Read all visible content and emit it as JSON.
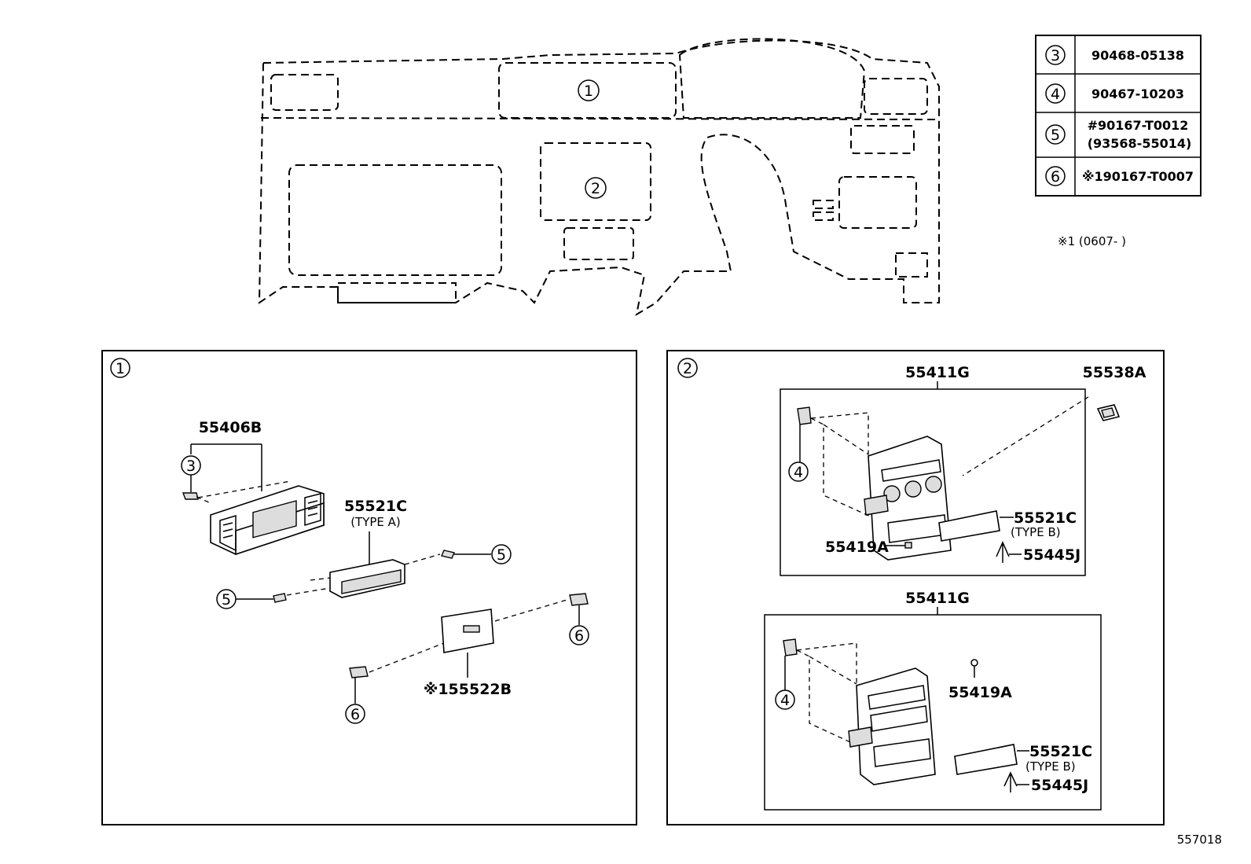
{
  "diagram_id": "557018",
  "fastener_table": [
    {
      "ref": "3",
      "part_no": "90468-05138"
    },
    {
      "ref": "4",
      "part_no": "90467-10203"
    },
    {
      "ref": "5",
      "part_no": "#90167-T0012",
      "alt_part_no": "(93568-55014)"
    },
    {
      "ref": "6",
      "part_no": "※190167-T0007"
    }
  ],
  "footnote": "※1 (0607-    )",
  "overview": {
    "callout_1": "1",
    "callout_2": "2"
  },
  "panel1": {
    "callout": "1",
    "parts": {
      "p55406B": "55406B",
      "p55521C": "55521C",
      "p55521C_type": "(TYPE A)",
      "p55522B": "※155522B"
    },
    "refs": {
      "r3": "3",
      "r5a": "5",
      "r5b": "5",
      "r6a": "6",
      "r6b": "6"
    }
  },
  "panel2": {
    "callout": "2",
    "p55538A": "55538A",
    "upper": {
      "p55411G": "55411G",
      "p55521C": "55521C",
      "p55521C_type": "(TYPE B)",
      "p55419A": "55419A",
      "p55445J": "55445J",
      "ref4": "4"
    },
    "lower": {
      "p55411G": "55411G",
      "p55521C": "55521C",
      "p55521C_type": "(TYPE B)",
      "p55419A": "55419A",
      "p55445J": "55445J",
      "ref4": "4"
    }
  }
}
